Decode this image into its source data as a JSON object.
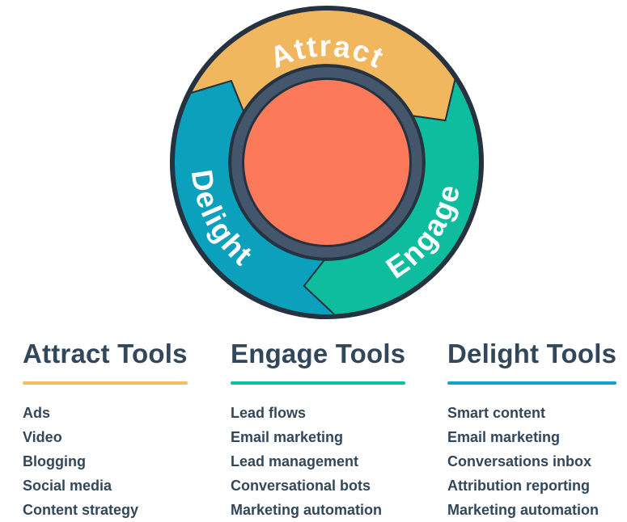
{
  "flywheel": {
    "segments": [
      {
        "id": "attract",
        "label": "Attract",
        "color": "#F0B75E"
      },
      {
        "id": "engage",
        "label": "Engage",
        "color": "#0DBD9D"
      },
      {
        "id": "delight",
        "label": "Delight",
        "color": "#0BA0BC"
      }
    ],
    "hub_color": "#FC7A59",
    "ring_color": "#44566C",
    "outline_color": "#26323F",
    "label_color": "#FFFFFF"
  },
  "tools": {
    "text_color": "#33475B",
    "columns": [
      {
        "id": "attract",
        "title": "Attract Tools",
        "accent": "#F6BE60",
        "items": [
          "Ads",
          "Video",
          "Blogging",
          "Social media",
          "Content strategy"
        ]
      },
      {
        "id": "engage",
        "title": "Engage Tools",
        "accent": "#0BC0A4",
        "items": [
          "Lead flows",
          "Email marketing",
          "Lead management",
          "Conversational bots",
          "Marketing automation"
        ]
      },
      {
        "id": "delight",
        "title": "Delight Tools",
        "accent": "#189FD1",
        "items": [
          "Smart content",
          "Email marketing",
          "Conversations inbox",
          "Attribution reporting",
          "Marketing automation"
        ]
      }
    ]
  }
}
